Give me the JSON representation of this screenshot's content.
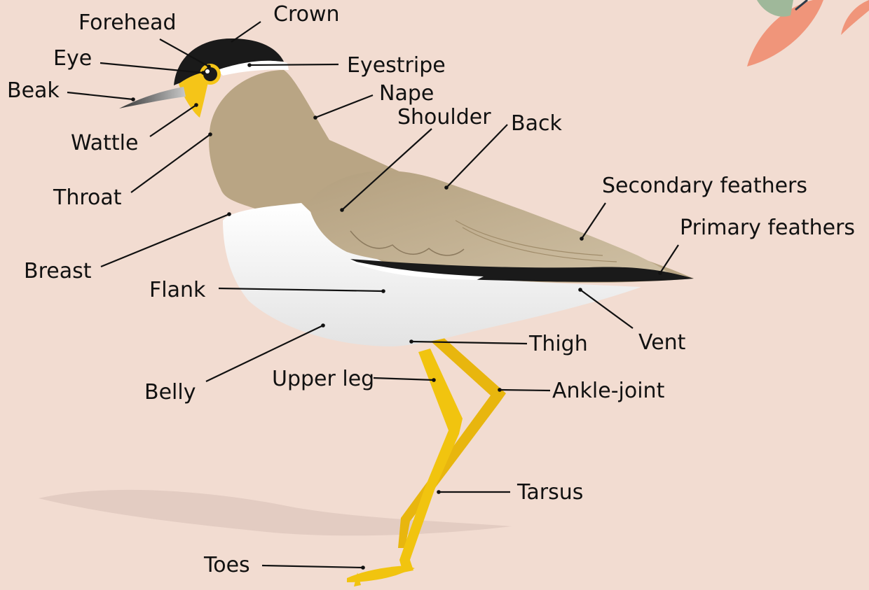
{
  "diagram": {
    "labels": {
      "forehead": "Forehead",
      "crown": "Crown",
      "eye": "Eye",
      "eyestripe": "Eyestripe",
      "beak": "Beak",
      "nape": "Nape",
      "shoulder": "Shoulder",
      "back": "Back",
      "wattle": "Wattle",
      "throat": "Throat",
      "secondary_feathers": "Secondary feathers",
      "primary_feathers": "Primary feathers",
      "breast": "Breast",
      "flank": "Flank",
      "thigh": "Thigh",
      "vent": "Vent",
      "belly": "Belly",
      "upper_leg": "Upper leg",
      "ankle_joint": "Ankle-joint",
      "tarsus": "Tarsus",
      "toes": "Toes"
    },
    "colors": {
      "background": "#f2dcd1",
      "body_brown": "#b9a584",
      "wing_brown": "#a99677",
      "belly_white": "#ffffff",
      "cap_black": "#1a1a1a",
      "leg_yellow": "#f1c40f",
      "wattle_yellow": "#f5c518",
      "leaf_orange": "#f0957a",
      "leaf_green": "#9fb89a"
    }
  }
}
